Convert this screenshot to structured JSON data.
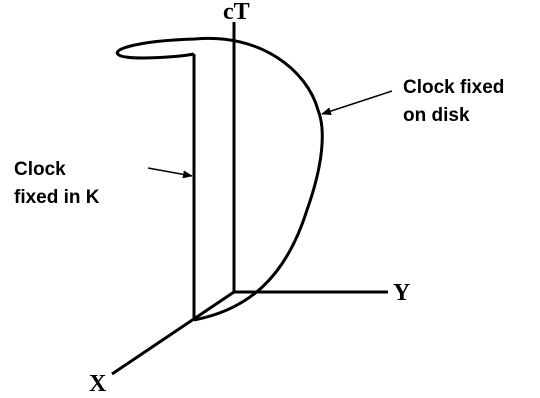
{
  "axes": {
    "ct": "cT",
    "x": "X",
    "y": "Y"
  },
  "labels": {
    "clock_k_line1": "Clock",
    "clock_k_line2": "fixed in K",
    "clock_disk_line1": "Clock fixed",
    "clock_disk_line2": "on disk"
  },
  "colors": {
    "ink": "#000000",
    "background": "#ffffff"
  }
}
